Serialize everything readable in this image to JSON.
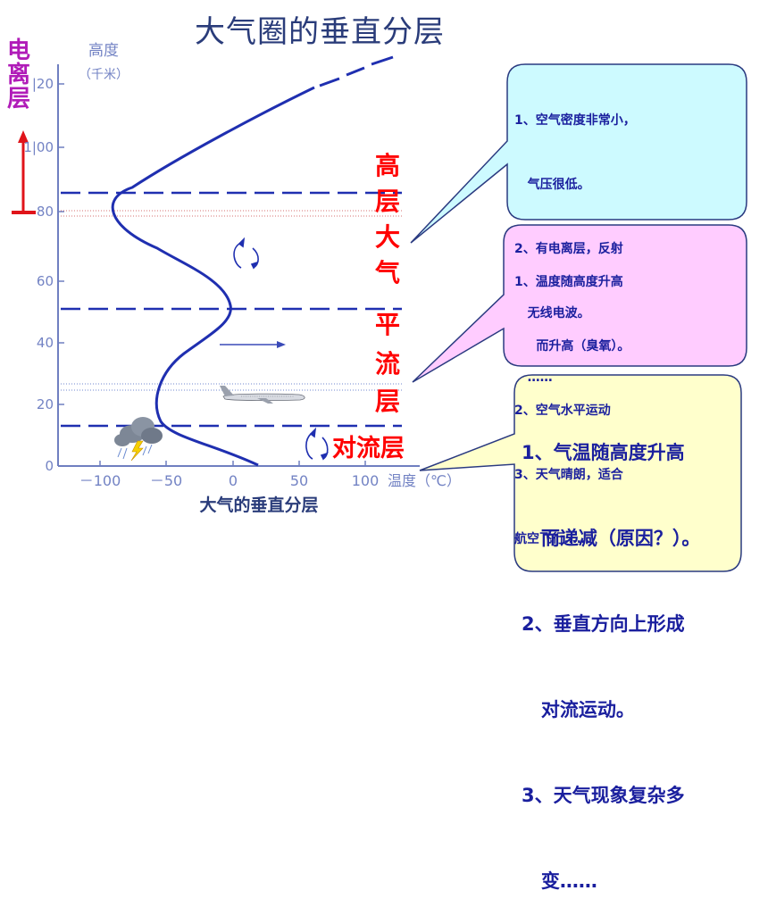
{
  "title": "大气圈的垂直分层",
  "side_label": "电离层",
  "axis": {
    "y_label": "高度",
    "y_unit": "（千米）",
    "y_ticks": [
      "0",
      "20",
      "40",
      "60",
      "80",
      "1|00",
      "|20"
    ],
    "x_ticks": [
      "－100",
      "－50",
      "0",
      "50",
      "100"
    ],
    "x_label": "温度（℃）",
    "caption": "大气的垂直分层"
  },
  "layers": {
    "high": [
      "高",
      "层",
      "大",
      "气"
    ],
    "strato": [
      "平",
      "流",
      "层"
    ],
    "tropo": "对流层"
  },
  "bubbles": {
    "high": [
      "1、空气密度非常小，",
      "   气压很低。",
      "2、有电离层，反射",
      "   无线电波。",
      "   ……"
    ],
    "strato": [
      "1、温度随高度升高",
      "     而升高（臭氧）。",
      "2、空气水平运动",
      "3、天气晴朗，适合",
      "航空飞行……"
    ],
    "tropo": [
      "1、气温随高度升高",
      "   而递减（原因？）。",
      "2、垂直方向上形成",
      "   对流运动。",
      "3、天气现象复杂多",
      "   变……"
    ]
  },
  "colors": {
    "curve": "#1f2fb0",
    "axis": "#6f7fc0",
    "layer_text": "#ff0000",
    "iono_text": "#b01cb8",
    "bubble_high_bg": "#cdfaff",
    "bubble_strato_bg": "#ffccff",
    "bubble_tropo_bg": "#ffffcc"
  },
  "icons": [
    "airplane-icon",
    "storm-cloud-icon",
    "rotation-arrow-icon",
    "horizontal-arrow-icon",
    "up-arrow-icon"
  ]
}
